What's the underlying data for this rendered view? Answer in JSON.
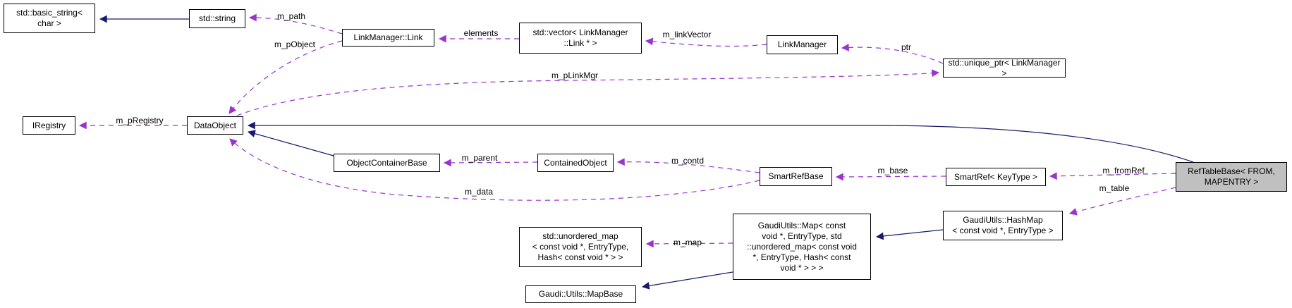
{
  "diagram": {
    "type": "doxygen-collaboration-graph",
    "focus_node": "RefTableBase< FROM, MAPENTRY >",
    "colors": {
      "inheritance_edge": "#191970",
      "usage_edge": "#9a32cd",
      "node_fill": "#ffffff",
      "node_border": "#000000",
      "focus_node_fill": "#c0c0c0"
    },
    "nodes": {
      "basic_string": {
        "label": "std::basic_string<\nchar >"
      },
      "std_string": {
        "label": "std::string"
      },
      "link": {
        "label": "LinkManager::Link"
      },
      "vector": {
        "label": "std::vector< LinkManager\n::Link * >"
      },
      "linkmanager": {
        "label": "LinkManager"
      },
      "unique_ptr": {
        "label": "std::unique_ptr< LinkManager >"
      },
      "iregistry": {
        "label": "IRegistry"
      },
      "dataobject": {
        "label": "DataObject"
      },
      "objcontainer": {
        "label": "ObjectContainerBase"
      },
      "containedobj": {
        "label": "ContainedObject"
      },
      "smartrefbase": {
        "label": "SmartRefBase"
      },
      "smartref": {
        "label": "SmartRef< KeyType >"
      },
      "reftablebase": {
        "label": "RefTableBase< FROM,\nMAPENTRY >"
      },
      "hashmap": {
        "label": "GaudiUtils::HashMap\n< const void *, EntryType >"
      },
      "gaudimap": {
        "label": "GaudiUtils::Map< const\nvoid *, EntryType, std\n::unordered_map< const void\n*, EntryType, Hash< const\nvoid * > > >"
      },
      "unordered_map": {
        "label": "std::unordered_map\n< const void *, EntryType,\nHash< const void * > >"
      },
      "mapbase": {
        "label": "Gaudi::Utils::MapBase"
      }
    },
    "edge_labels": {
      "m_path": {
        "label": "m_path"
      },
      "m_pObject": {
        "label": "m_pObject"
      },
      "elements": {
        "label": "elements"
      },
      "m_linkVector": {
        "label": "m_linkVector"
      },
      "ptr": {
        "label": "ptr"
      },
      "m_pLinkMgr": {
        "label": "m_pLinkMgr"
      },
      "m_pRegistry": {
        "label": "m_pRegistry"
      },
      "m_parent": {
        "label": "m_parent"
      },
      "m_contd": {
        "label": "m_contd"
      },
      "m_base": {
        "label": "m_base"
      },
      "m_fromRef": {
        "label": "m_fromRef"
      },
      "m_table": {
        "label": "m_table"
      },
      "m_data": {
        "label": "m_data"
      },
      "m_map": {
        "label": "m_map"
      }
    }
  }
}
